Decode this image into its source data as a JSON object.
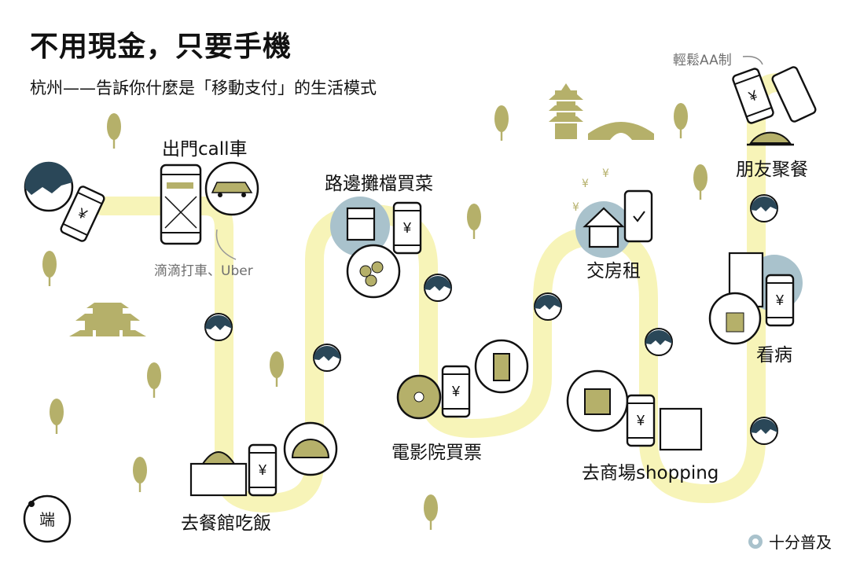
{
  "title": "不用現金，只要手機",
  "subtitle": "杭州——告訴你什麼是「移動支付」的生活模式",
  "stops": [
    {
      "label": "出門call車",
      "icon": "ride-hailing-phone-icon"
    },
    {
      "label": "路邊攤檔買菜",
      "icon": "market-stall-icon"
    },
    {
      "label": "交房租",
      "icon": "house-rent-icon"
    },
    {
      "label": "朋友聚餐",
      "icon": "dinner-cloche-icon"
    },
    {
      "label": "看病",
      "icon": "hospital-medicine-icon"
    },
    {
      "label": "去商場shopping",
      "icon": "shopping-bag-icon"
    },
    {
      "label": "電影院買票",
      "icon": "film-reel-icon"
    },
    {
      "label": "去餐館吃飯",
      "icon": "restaurant-cloche-icon"
    }
  ],
  "notes": {
    "taxi_apps": "滴滴打車、Uber",
    "split_bill": "輕鬆AA制"
  },
  "legend": {
    "label": "十分普及"
  },
  "logo_text": "端",
  "colors": {
    "path": "#f7f4b8",
    "tree": "#b5b06a",
    "highlight": "#a9c2cc",
    "face": "#2a4758"
  }
}
